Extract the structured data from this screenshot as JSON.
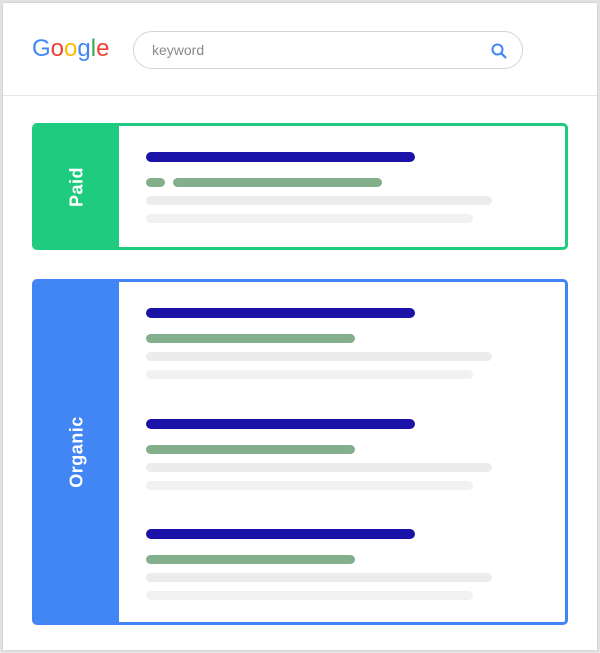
{
  "header": {
    "logo_letters": [
      {
        "char": "G",
        "color": "#4285f4"
      },
      {
        "char": "o",
        "color": "#ea4335"
      },
      {
        "char": "o",
        "color": "#fbbc05"
      },
      {
        "char": "g",
        "color": "#4285f4"
      },
      {
        "char": "l",
        "color": "#34a853"
      },
      {
        "char": "e",
        "color": "#ea4335"
      }
    ],
    "search": {
      "value": "keyword",
      "icon": "search-icon"
    }
  },
  "sections": {
    "paid": {
      "label": "Paid",
      "color": "#1ecb7f"
    },
    "organic": {
      "label": "Organic",
      "color": "#4285f4"
    }
  },
  "colors": {
    "title_bar": "#1b12a8",
    "url_bar": "#84af8d",
    "text_bar": "#ececec"
  }
}
